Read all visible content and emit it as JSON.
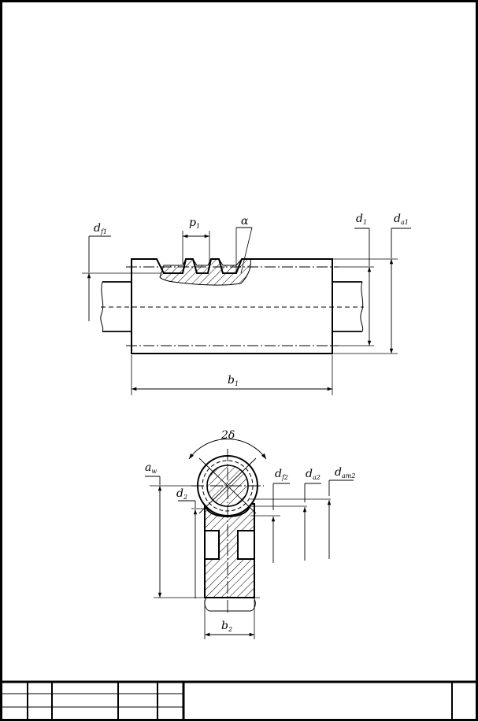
{
  "worm_view": {
    "labels": {
      "df1": {
        "base": "d",
        "sub": "f1"
      },
      "p1": {
        "base": "p",
        "sub": "1"
      },
      "alpha": {
        "base": "α",
        "sub": ""
      },
      "d1": {
        "base": "d",
        "sub": "1"
      },
      "da1": {
        "base": "d",
        "sub": "a1"
      },
      "b1": {
        "base": "b",
        "sub": "1"
      }
    }
  },
  "wheel_view": {
    "labels": {
      "delta": {
        "base": "2δ",
        "sub": ""
      },
      "aw": {
        "base": "a",
        "sub": "w"
      },
      "d2": {
        "base": "d",
        "sub": "2"
      },
      "df2": {
        "base": "d",
        "sub": "f2"
      },
      "da2": {
        "base": "d",
        "sub": "a2"
      },
      "dam2": {
        "base": "d",
        "sub": "am2"
      },
      "b2": {
        "base": "b",
        "sub": "2"
      }
    }
  },
  "colors": {
    "line": "#000000",
    "background": "#ffffff"
  }
}
